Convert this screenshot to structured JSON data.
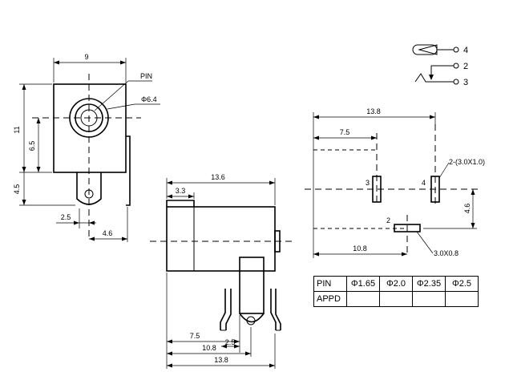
{
  "front_view": {
    "width_label": "9",
    "height_label": "11",
    "center_height_label": "6.5",
    "lower_label": "4.5",
    "pin_label": "PIN",
    "hole_label": "Φ6.4",
    "offset_label": "2.5",
    "leg_label": "4.6"
  },
  "side_view": {
    "length_label": "13.6",
    "front_label": "3.3",
    "dim_a_label": "7.5",
    "dim_b_label": "2.5",
    "dim_c_label": "10.8",
    "total_label": "13.8"
  },
  "footprint": {
    "total_label": "13.8",
    "half_label": "7.5",
    "slot_label": "2-(3.0X1.0)",
    "pin3_label": "3",
    "pin4_label": "4",
    "vertical_label": "4.6",
    "pin2_label": "2",
    "bottom_label": "10.8",
    "bottom_slot_label": "3.0X0.8"
  },
  "schematic": {
    "pins": [
      "4",
      "2",
      "3"
    ]
  },
  "pin_table": {
    "header": "PIN",
    "row_label": "APPD",
    "diameters": [
      "Φ1.65",
      "Φ2.0",
      "Φ2.35",
      "Φ2.5"
    ]
  }
}
